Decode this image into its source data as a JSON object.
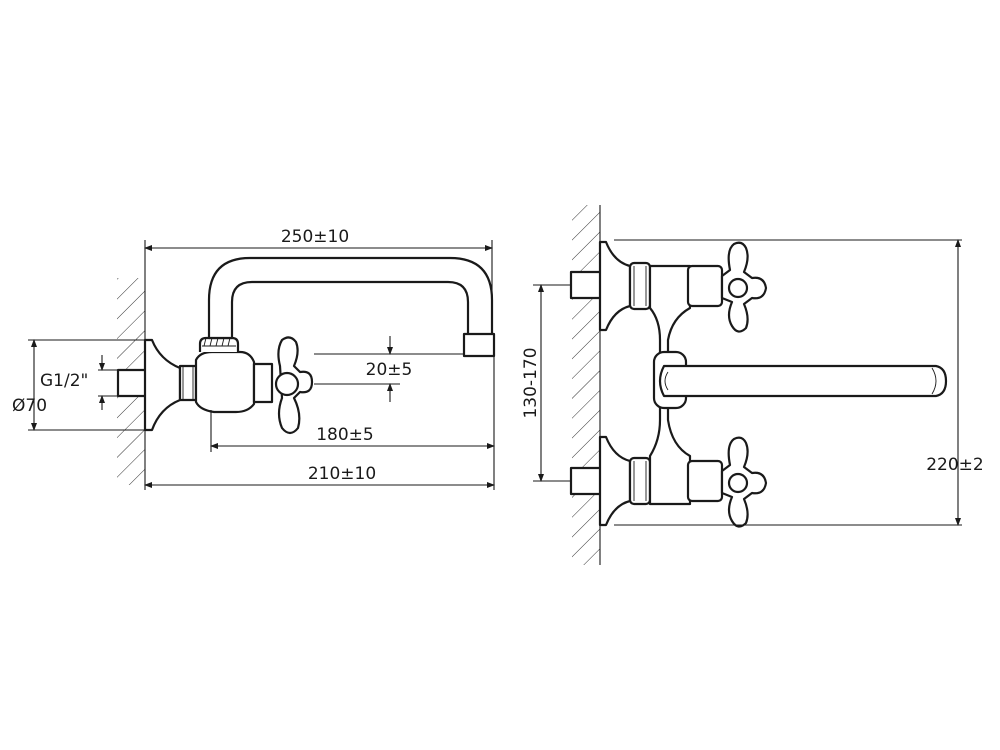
{
  "side_view": {
    "dim_total_reach": "250±10",
    "dim_spout_height": "20±5",
    "dim_handle_to_spout": "180±5",
    "dim_wall_to_spout": "210±10",
    "dim_thread": "G1/2\"",
    "dim_flange_diameter": "Ø70"
  },
  "front_view": {
    "dim_eccentric_range": "130-170",
    "dim_overall_height": "220±2"
  }
}
